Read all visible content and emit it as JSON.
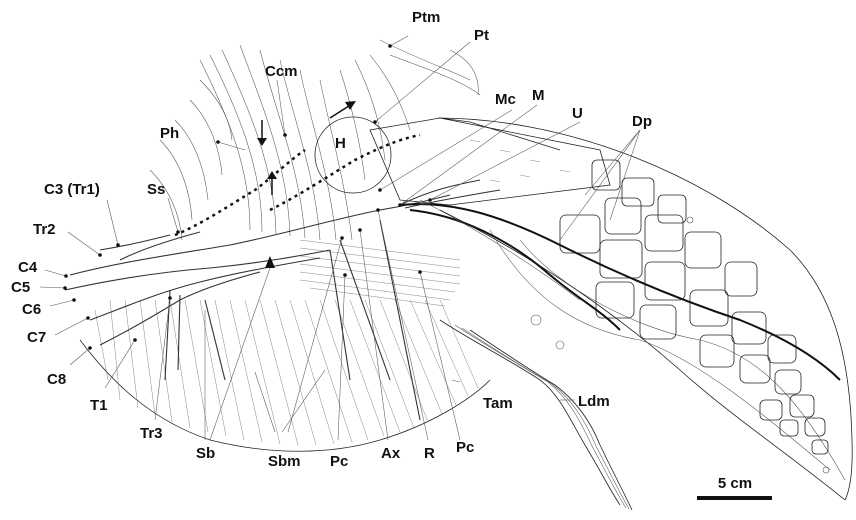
{
  "figure": {
    "labels": {
      "ptm": "Ptm",
      "pt": "Pt",
      "ccm": "Ccm",
      "mc": "Mc",
      "m": "M",
      "u": "U",
      "dp": "Dp",
      "ph": "Ph",
      "h": "H",
      "c3": "C3 (Tr1)",
      "ss": "Ss",
      "tr2": "Tr2",
      "c4": "C4",
      "c5": "C5",
      "c6": "C6",
      "c7": "C7",
      "c8": "C8",
      "t1": "T1",
      "tr3": "Tr3",
      "sb": "Sb",
      "sbm": "Sbm",
      "pc_left": "Pc",
      "ax": "Ax",
      "r": "R",
      "pc_right": "Pc",
      "tam": "Tam",
      "ldm": "Ldm"
    },
    "scale_bar": {
      "label": "5 cm"
    }
  },
  "colors": {
    "ink": "#111111",
    "background": "#ffffff"
  }
}
